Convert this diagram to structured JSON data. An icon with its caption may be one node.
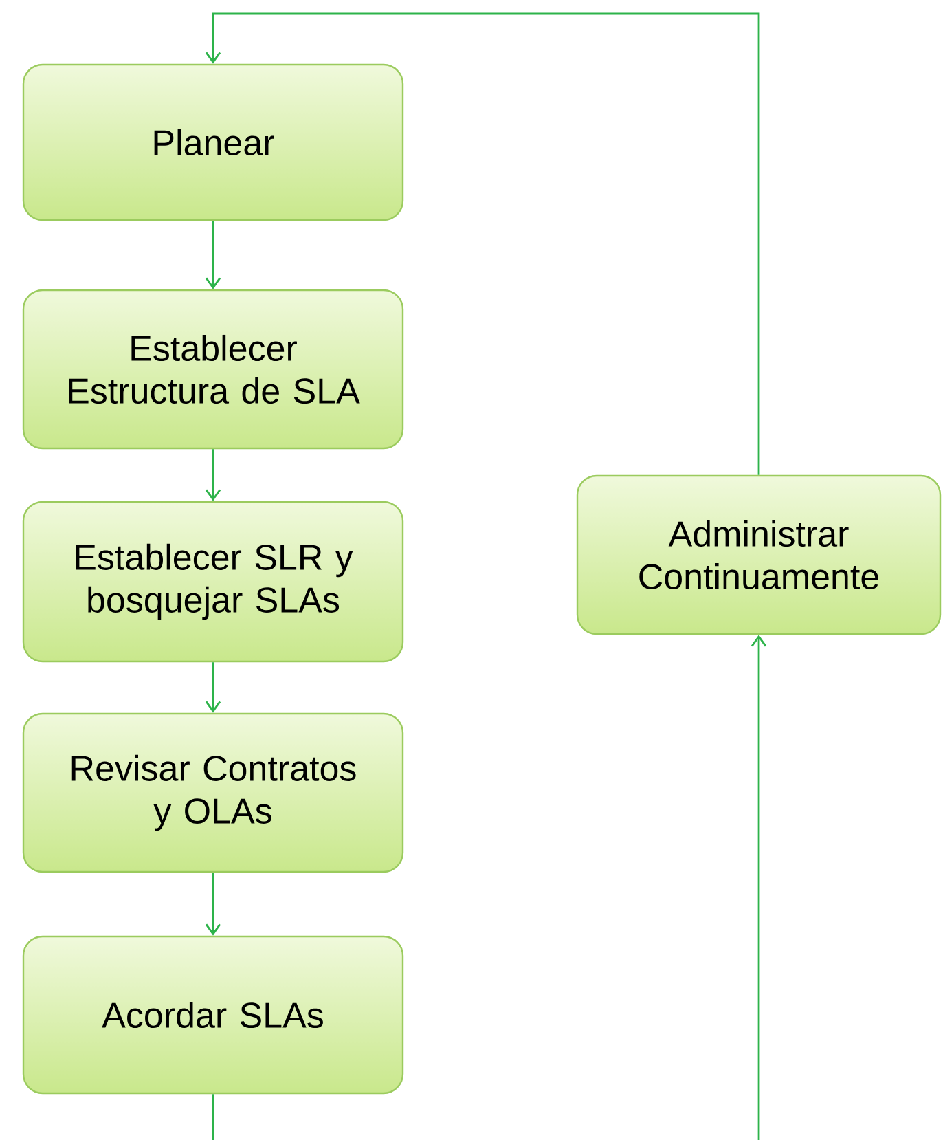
{
  "diagram": {
    "nodes": [
      {
        "text": [
          "Planear"
        ]
      },
      {
        "text": [
          "Establecer Estructura de SLA"
        ]
      },
      {
        "text": [
          "Establecer SLR y bosquejar SLAs"
        ]
      },
      {
        "text": [
          "Revisar Contratos y OLAs"
        ]
      },
      {
        "text": [
          "Acordar SLAs"
        ]
      },
      {
        "text": [
          "Administrar Continuamente"
        ]
      }
    ],
    "edges": [
      {
        "from": 0,
        "to": 1,
        "arrow": "to"
      },
      {
        "from": 1,
        "to": 2,
        "arrow": "to"
      },
      {
        "from": 2,
        "to": 3,
        "arrow": "to"
      },
      {
        "from": 3,
        "to": 4,
        "arrow": "to"
      },
      {
        "from": 4,
        "to": null,
        "arrow": "none"
      },
      {
        "from": null,
        "to": 5,
        "arrow": "to"
      },
      {
        "from": 5,
        "to": 0,
        "arrow": "to"
      }
    ]
  }
}
